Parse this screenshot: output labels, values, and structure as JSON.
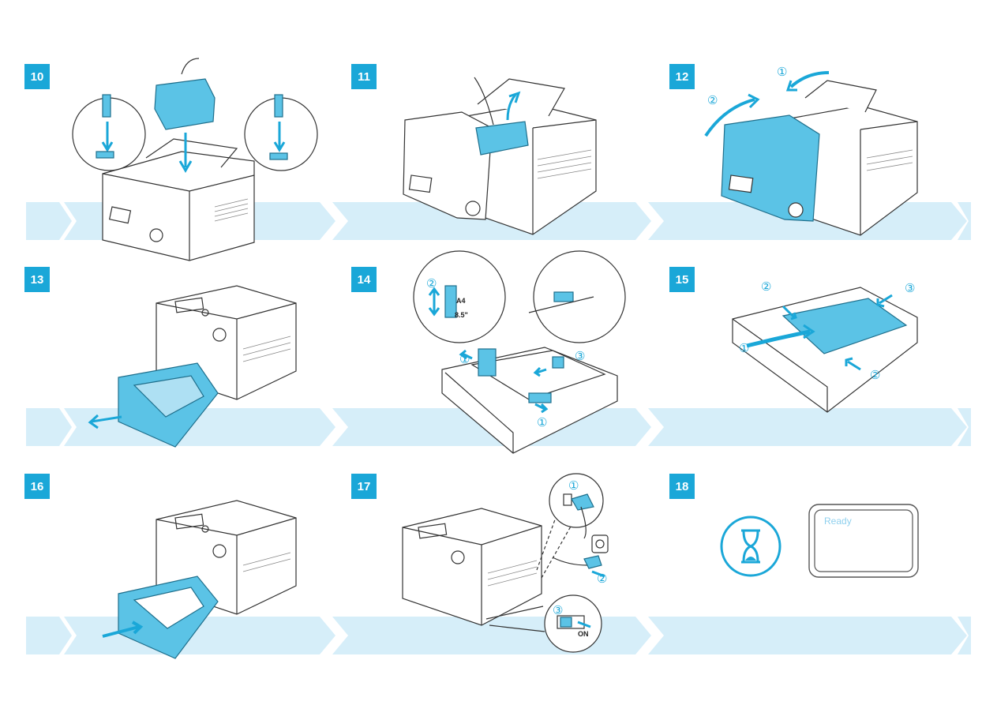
{
  "colors": {
    "accent": "#1aa7d8",
    "band_light": "#d6eef9",
    "band_dark": "#bfe4f5",
    "line": "#333333",
    "part_blue": "#5bc3e6"
  },
  "steps": [
    {
      "number": "10"
    },
    {
      "number": "11"
    },
    {
      "number": "12"
    },
    {
      "number": "13"
    },
    {
      "number": "14"
    },
    {
      "number": "15"
    },
    {
      "number": "16"
    },
    {
      "number": "17"
    },
    {
      "number": "18"
    }
  ],
  "callouts": {
    "one": "①",
    "two": "②",
    "three": "③"
  },
  "labels": {
    "a4": "A4",
    "letter": "8.5\"",
    "on": "ON"
  },
  "panel": {
    "status": "Ready"
  },
  "icons": {
    "wait": "hourglass-icon"
  }
}
